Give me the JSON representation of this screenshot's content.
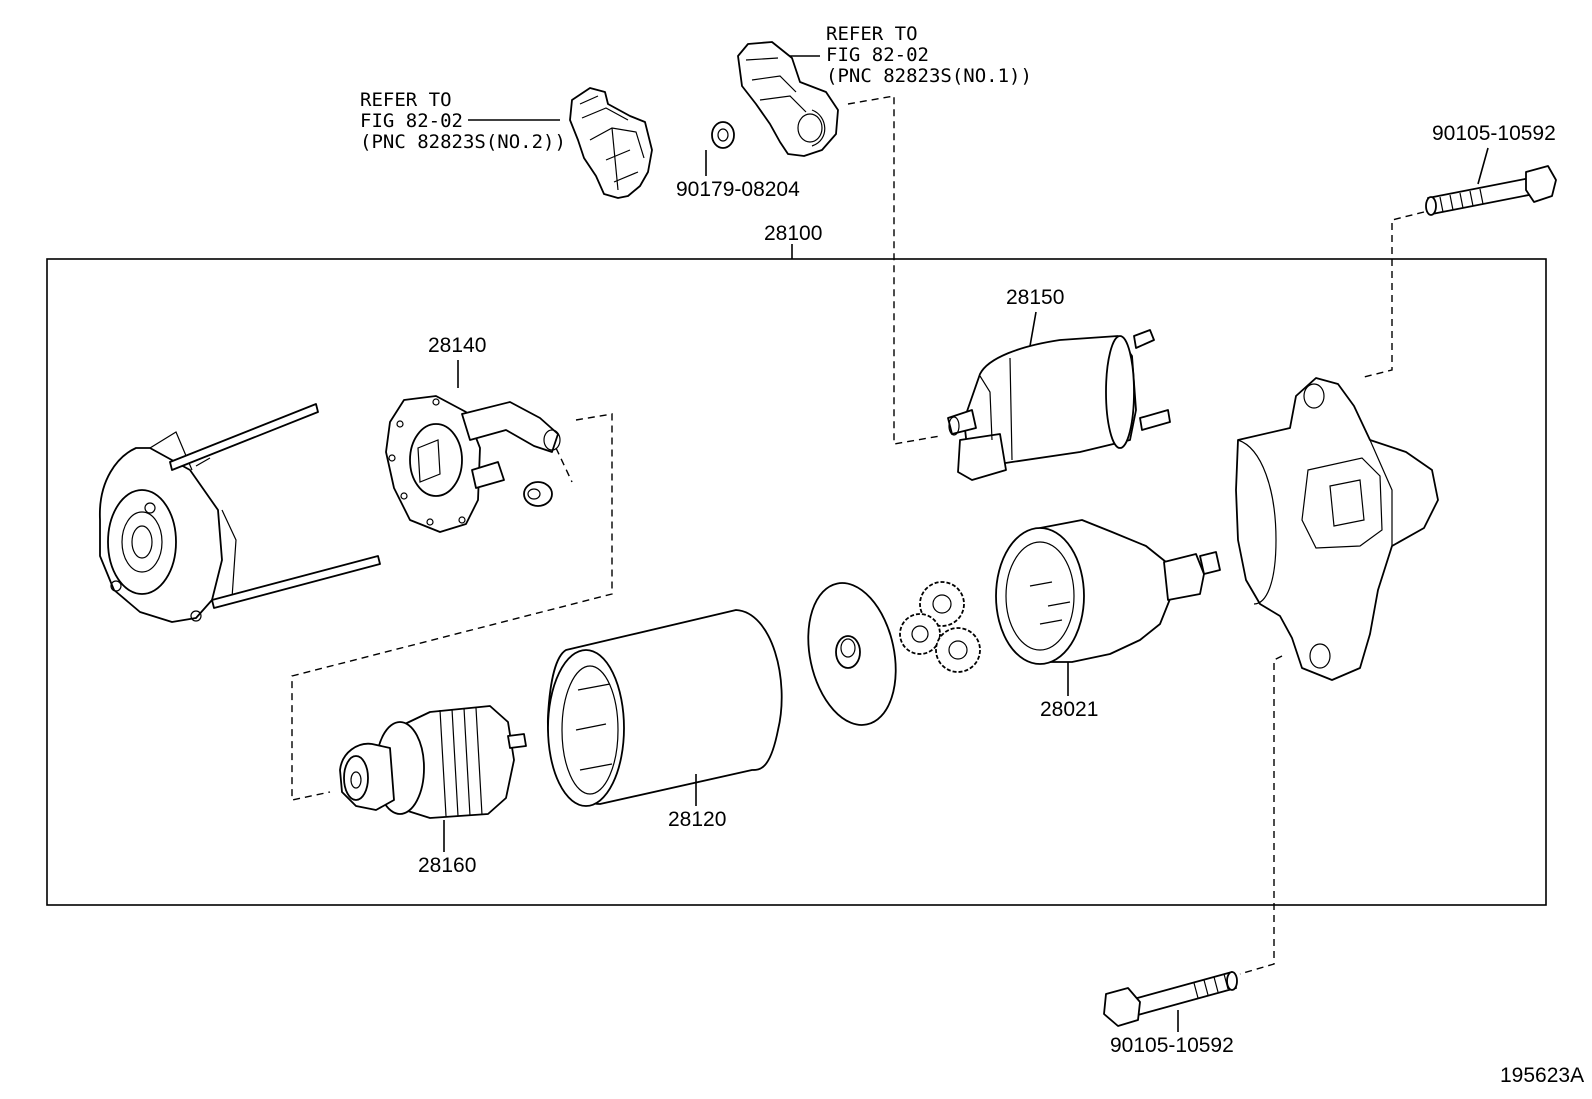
{
  "refer_no2": {
    "line1": "REFER TO",
    "line2": "FIG 82-02",
    "line3": "(PNC 82823S(NO.2))"
  },
  "refer_no1": {
    "line1": "REFER TO",
    "line2": "FIG 82-02",
    "line3": "(PNC 82823S(NO.1))"
  },
  "parts": {
    "bolt_top": "90105-10592",
    "bolt_bottom": "90105-10592",
    "nut": "90179-08204",
    "starter_assy": "28100",
    "brush_holder": "28140",
    "solenoid": "28150",
    "yoke": "28120",
    "armature": "28160",
    "clutch": "28021"
  },
  "figure_id": "195623A"
}
